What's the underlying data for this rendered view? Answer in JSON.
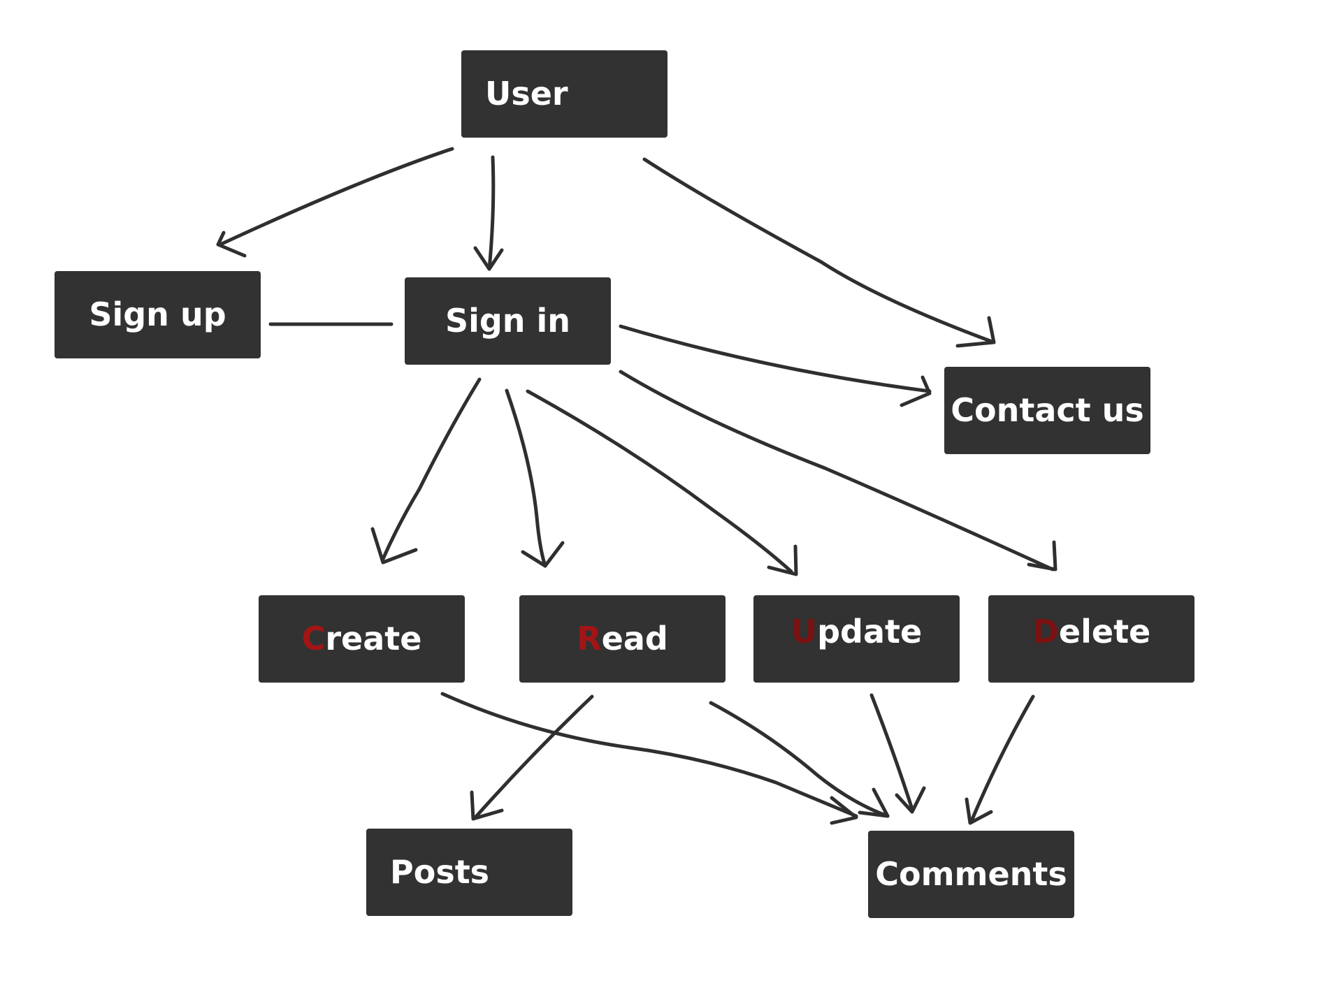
{
  "diagram": {
    "nodes": {
      "user": {
        "label": "User"
      },
      "sign_up": {
        "label": "Sign up"
      },
      "sign_in": {
        "label": "Sign in"
      },
      "contact_us": {
        "label": "Contact us"
      },
      "create": {
        "initial": "C",
        "rest": "reate"
      },
      "read": {
        "initial": "R",
        "rest": "ead"
      },
      "update": {
        "initial": "U",
        "rest": "pdate"
      },
      "delete": {
        "initial": "D",
        "rest": "elete"
      },
      "posts": {
        "label": "Posts"
      },
      "comments": {
        "label": "Comments"
      }
    },
    "edges": [
      {
        "from": "User",
        "to": "Sign up",
        "arrow": true
      },
      {
        "from": "User",
        "to": "Sign in",
        "arrow": true
      },
      {
        "from": "User",
        "to": "Contact us",
        "arrow": true
      },
      {
        "from": "Sign up",
        "to": "Sign in",
        "arrow": false
      },
      {
        "from": "Sign in",
        "to": "Contact us",
        "arrow": true
      },
      {
        "from": "Sign in",
        "to": "Create",
        "arrow": true
      },
      {
        "from": "Sign in",
        "to": "Read",
        "arrow": true
      },
      {
        "from": "Sign in",
        "to": "Update",
        "arrow": true
      },
      {
        "from": "Sign in",
        "to": "Delete",
        "arrow": true
      },
      {
        "from": "Create",
        "to": "Comments",
        "arrow": true
      },
      {
        "from": "Read",
        "to": "Posts",
        "arrow": true
      },
      {
        "from": "Read",
        "to": "Comments",
        "arrow": true
      },
      {
        "from": "Update",
        "to": "Comments",
        "arrow": true
      },
      {
        "from": "Delete",
        "to": "Comments",
        "arrow": true
      }
    ],
    "colors": {
      "background": "#ffffff",
      "box_fill": "#323232",
      "box_text": "#ffffff",
      "initial_letter": "#a31515",
      "initial_letter_dark": "#7a1212",
      "arrow_stroke": "#2f2f2f"
    }
  }
}
